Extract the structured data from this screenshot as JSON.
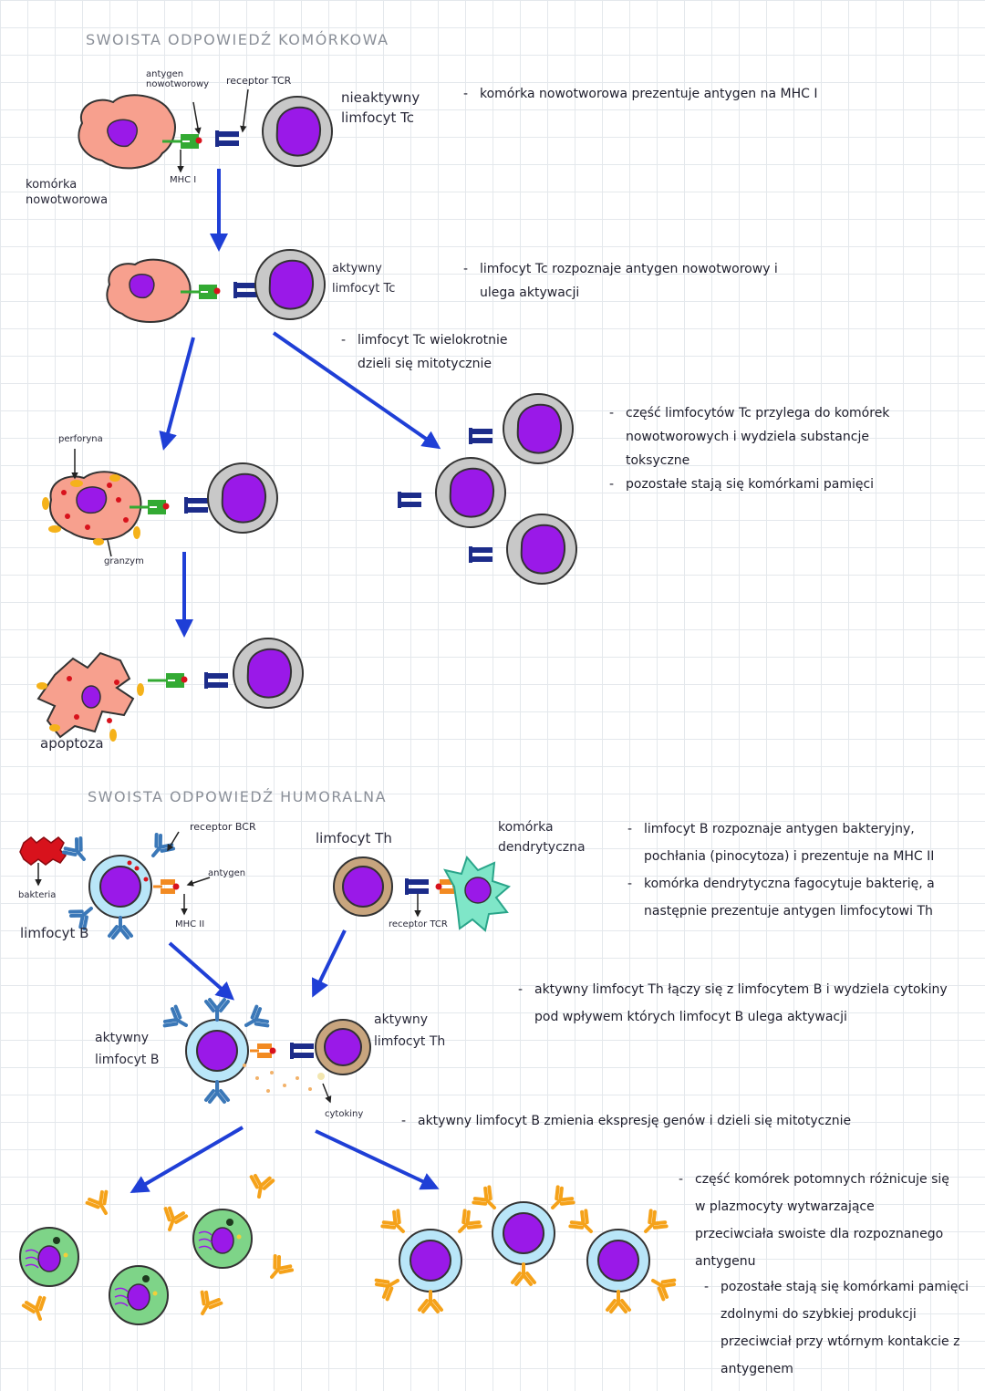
{
  "cellular": {
    "heading": "SWOISTA ODPOWIEDŹ KOMÓRKOWA",
    "labels": {
      "antigen": "antygen nowotworowy",
      "tcr": "receptor TCR",
      "mhc1": "MHC I",
      "tumor_cell": "komórka nowotworowa",
      "inactive_tc": "nieaktywny limfocyt Tc",
      "active_tc": "aktywny limfocyt Tc",
      "perforin": "perforyna",
      "granzyme": "granzym",
      "apoptosis": "apoptoza"
    },
    "notes": [
      "komórka nowotworowa prezentuje antygen na MHC I",
      "limfocyt Tc rozpoznaje antygen nowotworowy i ulega aktywacji",
      "limfocyt Tc wielokrotnie dzieli się mitotycznie",
      "część limfocytów Tc przylega do komórek nowotworowych i wydziela substancje toksyczne",
      "pozostałe stają się komórkami pamięci"
    ]
  },
  "humoral": {
    "heading": "SWOISTA ODPOWIEDŹ HUMORALNA",
    "labels": {
      "bcr": "receptor BCR",
      "antigen": "antygen",
      "bacteria": "bakteria",
      "b_cell": "limfocyt B",
      "mhc2": "MHC II",
      "th": "limfocyt Th",
      "dendritic": "komórka dendrytyczna",
      "tcr": "receptor TCR",
      "active_b": "aktywny limfocyt B",
      "active_th": "aktywny limfocyt Th",
      "cytokines": "cytokiny"
    },
    "notes": [
      "limfocyt B rozpoznaje antygen bakteryjny, pochłania (pinocytoza) i prezentuje na MHC II",
      "komórka dendrytyczna fagocytuje bakterię, a następnie prezentuje antygen limfocytowi Th",
      "aktywny limfocyt Th łączy się z limfocytem B i wydziela cytokiny pod wpływem których limfocyt B ulega aktywacji",
      "aktywny limfocyt B zmienia ekspresję genów i dzieli się mitotycznie",
      "część komórek potomnych różnicuje się w plazmocyty wytwarzające przeciwciała swoiste dla rozpoznanego antygenu",
      "pozostałe stają się komórkami pamięci zdolnymi do szybkiej produkcji przeciwciał przy wtórnym kontakcie z antygenem"
    ]
  },
  "colors": {
    "arrow": "#1f3fd6",
    "tumor": "#f7a08e",
    "nucleus": "#9a19e8",
    "tc_ring": "#c8c8c8",
    "b_cell": "#b9e6f8",
    "th_cell": "#c8a57e",
    "dendritic": "#7fe6c8",
    "plasma": "#7ed488",
    "antibody_bcr": "#3b78b8",
    "antibody": "#f5a21a",
    "mhc1": "#33aa33",
    "mhc2": "#f28a22",
    "tcr": "#1c2c8a",
    "bacteria": "#d8121c"
  }
}
